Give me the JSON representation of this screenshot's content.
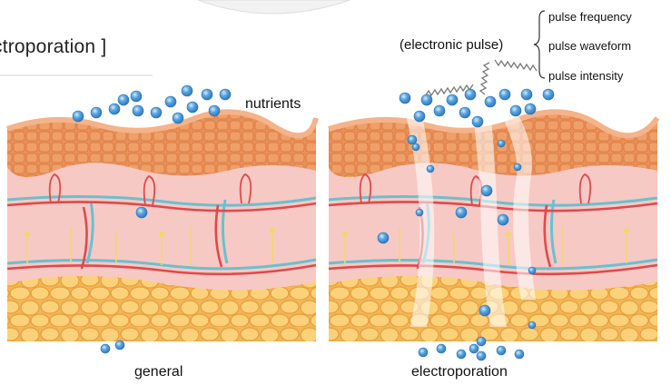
{
  "title": "ctroporation ]",
  "labels": {
    "nutrients": "nutrients",
    "general": "general",
    "electroporation": "electroporation",
    "electronic_pulse": "(electronic pulse)"
  },
  "pulse_parameters": [
    "pulse frequency",
    "pulse waveform",
    "pulse intensity"
  ],
  "colors": {
    "epidermis": "#e88a52",
    "dermis": "#f7c9c4",
    "fat": "#f6c762",
    "blood_vessel": "#e0494b",
    "lymph_vessel": "#6bbfd0",
    "nutrient": "#4e9ad8",
    "channel": "#ffffff"
  }
}
